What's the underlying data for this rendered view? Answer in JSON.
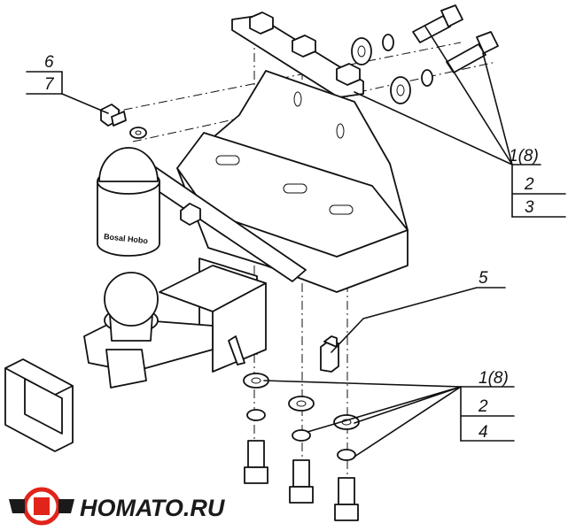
{
  "callouts": {
    "c6": "6",
    "c7": "7",
    "c1_top": "1(8)",
    "c2_top": "2",
    "c3_top": "3",
    "c5": "5",
    "c1_bot": "1(8)",
    "c2_bot": "2",
    "c4_bot": "4"
  },
  "ball_cover_text": "Bosal Hobo",
  "logo": {
    "text": "НОМАТО.RU",
    "colors": {
      "ring": "#e2231a",
      "dark": "#1a1a1a"
    }
  }
}
